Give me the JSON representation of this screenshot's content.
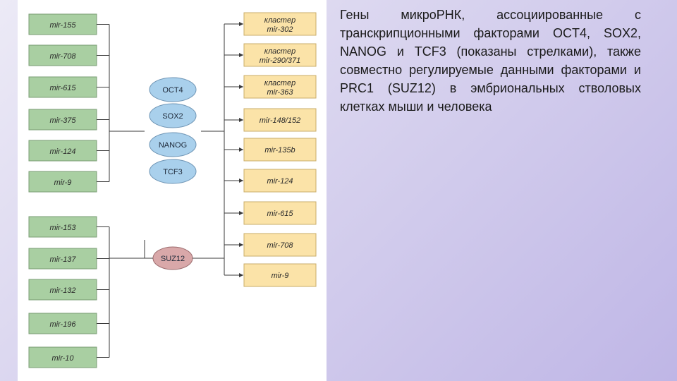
{
  "colors": {
    "left_box_fill": "#a9cfa2",
    "left_box_stroke": "#7a9d74",
    "right_box_fill": "#fbe3a8",
    "right_box_stroke": "#c9ad6a",
    "tf_fill": "#a9d0ec",
    "tf_stroke": "#6f95b5",
    "suz_fill": "#d9a8a9",
    "suz_stroke": "#9c6c6e"
  },
  "diagram": {
    "left_group_top": [
      "mir-155",
      "mir-708",
      "mir-615",
      "mir-375",
      "mir-124",
      "mir-9"
    ],
    "left_group_bottom": [
      "mir-153",
      "mir-137",
      "mir-132",
      "mir-196",
      "mir-10"
    ],
    "transcription_factors": [
      "OCT4",
      "SOX2",
      "NANOG",
      "TCF3"
    ],
    "prc1_factor": "SUZ12",
    "right_targets": [
      {
        "line1": "кластер",
        "line2": "mir-302"
      },
      {
        "line1": "кластер",
        "line2": "mir-290/371"
      },
      {
        "line1": "кластер",
        "line2": "mir-363"
      },
      {
        "line1": "mir-148/152",
        "line2": ""
      },
      {
        "line1": "mir-135b",
        "line2": ""
      },
      {
        "line1": "mir-124",
        "line2": ""
      },
      {
        "line1": "mir-615",
        "line2": ""
      },
      {
        "line1": "mir-708",
        "line2": ""
      },
      {
        "line1": "mir-9",
        "line2": ""
      }
    ]
  },
  "description": "Гены микроРНК, ассоциированные с транскрипционными факторами OCT4, SOX2, NANOG и TCF3 (показаны стрелками), также совместно регулируемые данными факторами и PRC1 (SUZ12) в эмбриональных стволовых клетках мыши и человека"
}
